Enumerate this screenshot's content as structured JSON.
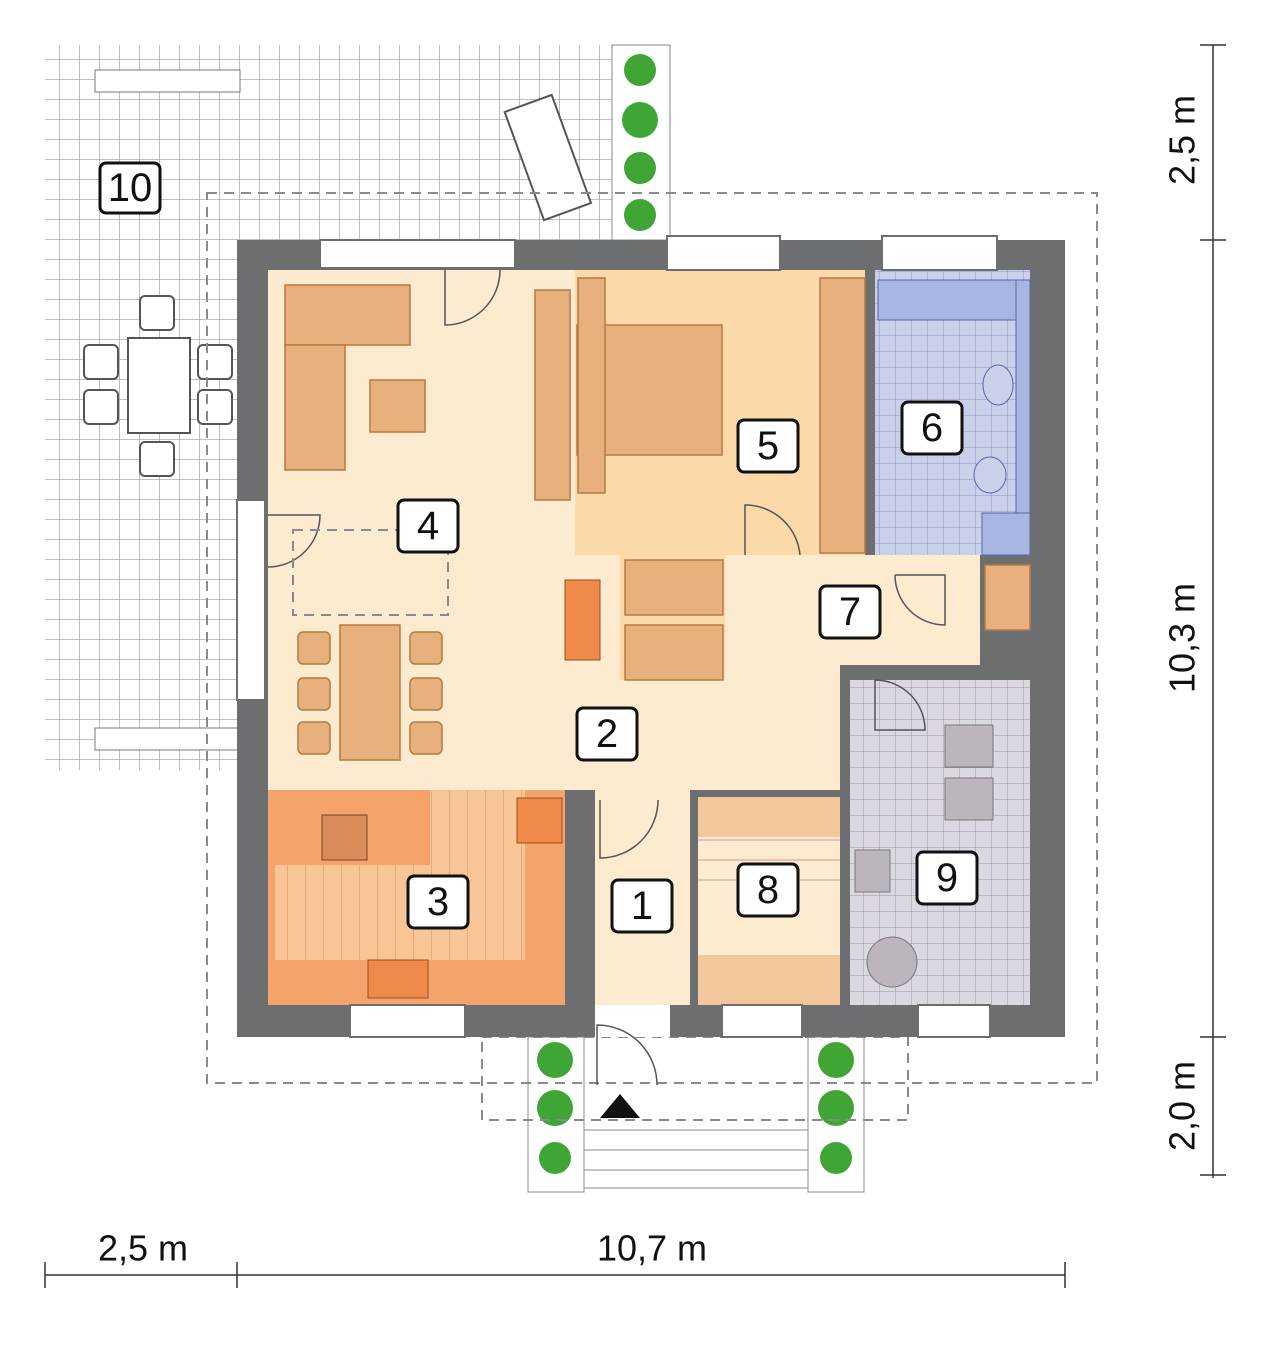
{
  "title": "Floor plan",
  "rooms": [
    {
      "number": "1"
    },
    {
      "number": "2"
    },
    {
      "number": "3"
    },
    {
      "number": "4"
    },
    {
      "number": "5"
    },
    {
      "number": "6"
    },
    {
      "number": "7"
    },
    {
      "number": "8"
    },
    {
      "number": "9"
    },
    {
      "number": "10"
    }
  ],
  "dimensions": {
    "right": [
      "2,5 m",
      "10,3 m",
      "2,0 m"
    ],
    "bottom": [
      "2,5 m",
      "10,7 m"
    ]
  },
  "colors": {
    "wall": "#6d6e70",
    "living": "#fdebd0",
    "bedroom": "#fcd9a8",
    "kitchen": "#f4a46a",
    "bathroom": "#c5cde8",
    "utility": "#d9d6e0"
  }
}
